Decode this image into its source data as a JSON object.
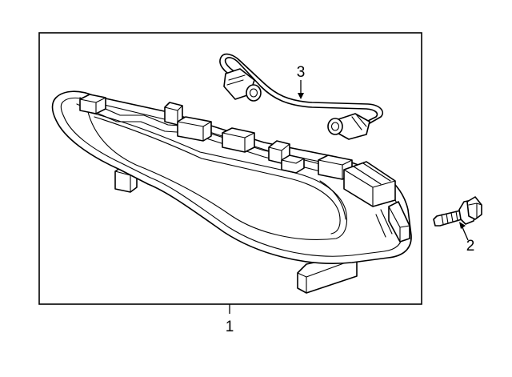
{
  "diagram": {
    "callouts": [
      {
        "id": "1",
        "label": "1",
        "part": "fog-lamp-assembly"
      },
      {
        "id": "2",
        "label": "2",
        "part": "bolt"
      },
      {
        "id": "3",
        "label": "3",
        "part": "wiring-harness"
      }
    ],
    "colors": {
      "line": "#000000",
      "background": "#ffffff"
    }
  }
}
